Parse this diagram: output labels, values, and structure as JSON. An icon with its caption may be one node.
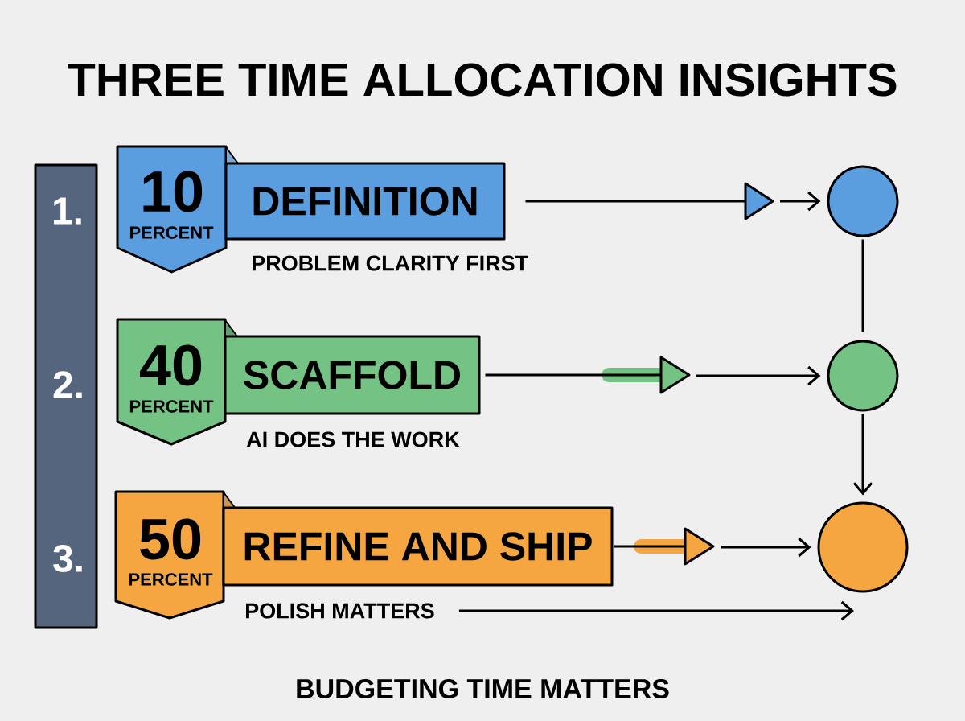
{
  "diagram": {
    "title": "THREE TIME ALLOCATION INSIGHTS",
    "nodes": [
      {
        "text": [
          "1.",
          "2.",
          "3."
        ]
      },
      {
        "text": [
          "10",
          "PERCENT"
        ]
      },
      {
        "text": [
          "DEFINITION"
        ],
        "beside": [
          "PROBLEM CLARITY FIRST"
        ]
      },
      {
        "text": [
          "40",
          "PERCENT"
        ]
      },
      {
        "text": [
          "SCAFFOLD"
        ],
        "beside": [
          "AI DOES THE WORK"
        ]
      },
      {
        "text": [
          "50",
          "PERCENT"
        ]
      },
      {
        "text": [
          "REFINE AND SHIP"
        ]
      },
      {
        "text": [
          "POLISH MATTERS"
        ]
      },
      {
        "text": [],
        "shape": "circle"
      },
      {
        "text": [],
        "shape": "circle"
      },
      {
        "text": [],
        "shape": "circle"
      }
    ],
    "edges": [
      {
        "from": 2,
        "to": null,
        "arrow": "to"
      },
      {
        "from": null,
        "to": 8,
        "arrow": "to"
      },
      {
        "from": 4,
        "to": null,
        "arrow": "to"
      },
      {
        "from": null,
        "to": 9,
        "arrow": "to"
      },
      {
        "from": 6,
        "to": null,
        "arrow": "to"
      },
      {
        "from": null,
        "to": 10,
        "arrow": "to"
      },
      {
        "from": 8,
        "to": 9,
        "arrow": "none"
      },
      {
        "from": 9,
        "to": 10,
        "arrow": "to"
      },
      {
        "from": 7,
        "to": 10,
        "arrow": "to"
      }
    ],
    "caption": "BUDGETING TIME MATTERS"
  }
}
